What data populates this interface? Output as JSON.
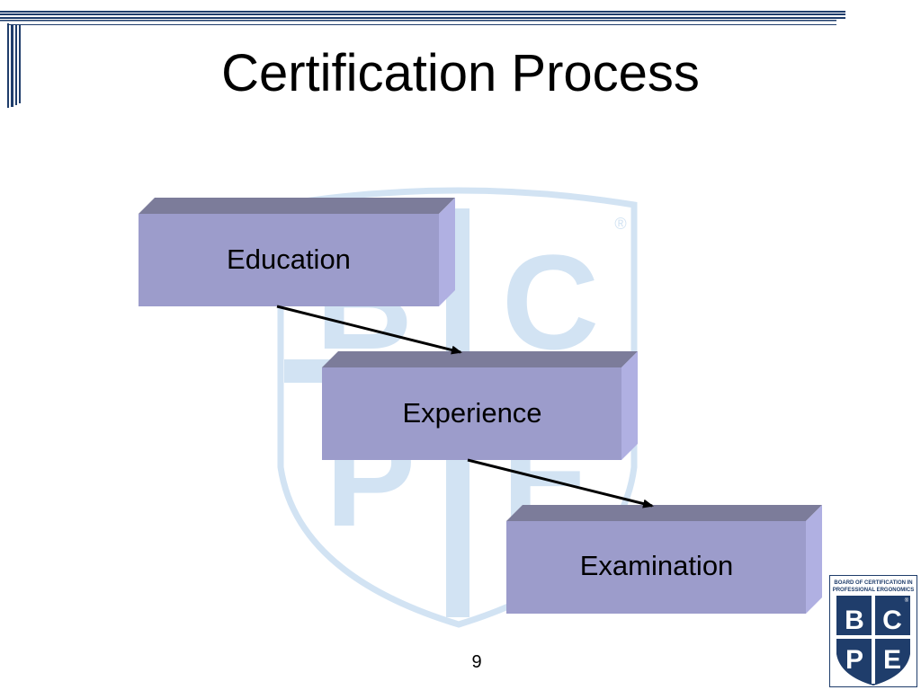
{
  "slide": {
    "title": "Certification Process",
    "page_number": "9"
  },
  "diagram": {
    "steps": [
      {
        "label": "Education"
      },
      {
        "label": "Experience"
      },
      {
        "label": "Examination"
      }
    ],
    "colors": {
      "box_front": "#9c9ccb",
      "box_top": "#7c7c9a",
      "box_side": "#b0b0e2",
      "arrow": "#000000"
    }
  },
  "watermark": {
    "letters": [
      "B",
      "C",
      "P",
      "E"
    ],
    "registered_mark": "®",
    "color": "#d2e3f3"
  },
  "logo": {
    "line1": "BOARD OF CERTIFICATION IN",
    "line2": "PROFESSIONAL ERGONOMICS",
    "letters": [
      "B",
      "C",
      "P",
      "E"
    ],
    "registered_mark": "®",
    "color": "#1f3d6b"
  },
  "theme": {
    "accent_navy": "#1f3d6b"
  }
}
